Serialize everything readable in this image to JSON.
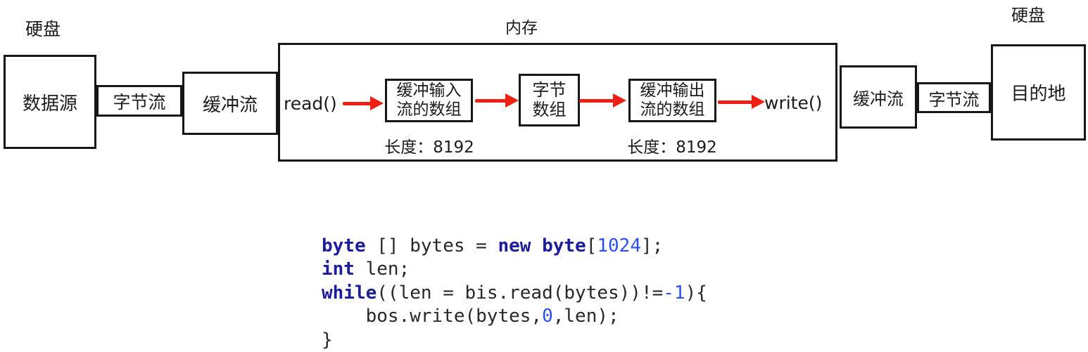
{
  "diagram": {
    "hdd_left_label": "硬盘",
    "hdd_right_label": "硬盘",
    "memory_label": "内存",
    "datasource_label": "数据源",
    "bytestream_left_label": "字节流",
    "bufferstream_left_label": "缓冲流",
    "read_label": "read()",
    "write_label": "write()",
    "buffer_input_array": {
      "line1": "缓冲输入",
      "line2": "流的数组"
    },
    "byte_array": {
      "line1": "字节",
      "line2": "数组"
    },
    "buffer_output_array": {
      "line1": "缓冲输出",
      "line2": "流的数组"
    },
    "length_label_1": "长度：8192",
    "length_label_2": "长度：8192",
    "bufferstream_right_label": "缓冲流",
    "bytestream_right_label": "字节流",
    "destination_label": "目的地",
    "colors": {
      "arrow": "#ee2013",
      "line": "#161616"
    }
  },
  "code": {
    "colors": {
      "keyword": "#1b1d9c",
      "number": "#2c50f0",
      "plain": "#282828"
    },
    "lines": [
      {
        "segments": [
          {
            "t": "byte",
            "c": "keyword"
          },
          {
            "t": " [] bytes = ",
            "c": "plain"
          },
          {
            "t": "new",
            "c": "keyword"
          },
          {
            "t": " ",
            "c": "plain"
          },
          {
            "t": "byte",
            "c": "keyword"
          },
          {
            "t": "[",
            "c": "plain"
          },
          {
            "t": "1024",
            "c": "number"
          },
          {
            "t": "];",
            "c": "plain"
          }
        ]
      },
      {
        "segments": [
          {
            "t": "int",
            "c": "keyword"
          },
          {
            "t": " len;",
            "c": "plain"
          }
        ]
      },
      {
        "segments": [
          {
            "t": "while",
            "c": "keyword"
          },
          {
            "t": "((len = bis.read(bytes))!=",
            "c": "plain"
          },
          {
            "t": "-1",
            "c": "number"
          },
          {
            "t": "){",
            "c": "plain"
          }
        ]
      },
      {
        "segments": [
          {
            "t": "    bos.write(bytes,",
            "c": "plain"
          },
          {
            "t": "0",
            "c": "number"
          },
          {
            "t": ",len);",
            "c": "plain"
          }
        ]
      },
      {
        "segments": [
          {
            "t": "}",
            "c": "plain"
          }
        ]
      }
    ]
  }
}
